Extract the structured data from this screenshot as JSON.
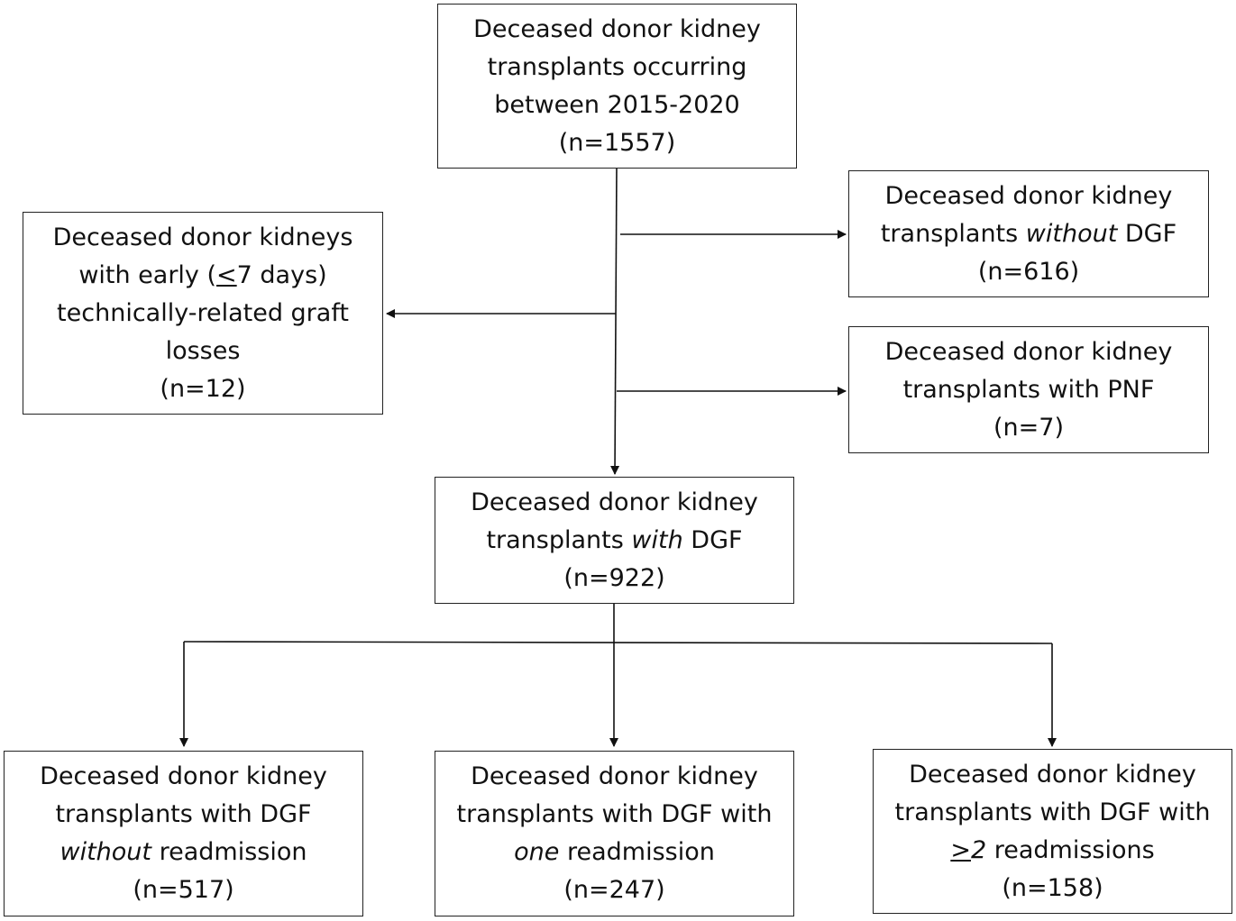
{
  "boxes": {
    "total": {
      "line1": "Deceased donor kidney",
      "line2": "transplants occurring",
      "line3": "between 2015-2020",
      "count": "(n=1557)"
    },
    "early_loss": {
      "line1": "Deceased donor kidneys",
      "line2_pre": "with early (",
      "line2_sym": "<",
      "line2_post": "7 days)",
      "line3": "technically-related graft",
      "line4": "losses",
      "count": "(n=12)"
    },
    "without_dgf": {
      "line1": "Deceased donor kidney",
      "line2_pre": "transplants ",
      "line2_em": "without",
      "line2_post": " DGF",
      "count": "(n=616)"
    },
    "pnf": {
      "line1": "Deceased donor kidney",
      "line2": "transplants with PNF",
      "count": "(n=7)"
    },
    "with_dgf": {
      "line1": "Deceased donor kidney",
      "line2_pre": "transplants ",
      "line2_em": "with",
      "line2_post": " DGF",
      "count": "(n=922)"
    },
    "no_readmission": {
      "line1": "Deceased donor kidney",
      "line2": "transplants with DGF",
      "line3_em": "without",
      "line3_post": " readmission",
      "count": "(n=517)"
    },
    "one_readmission": {
      "line1": "Deceased donor kidney",
      "line2": "transplants with DGF with",
      "line3_em": "one",
      "line3_post": " readmission",
      "count": "(n=247)"
    },
    "two_plus_readmissions": {
      "line1": "Deceased donor kidney",
      "line2": "transplants with DGF with",
      "line3_sym": ">",
      "line3_em": "2",
      "line3_post": " readmissions",
      "count": "(n=158)"
    }
  }
}
